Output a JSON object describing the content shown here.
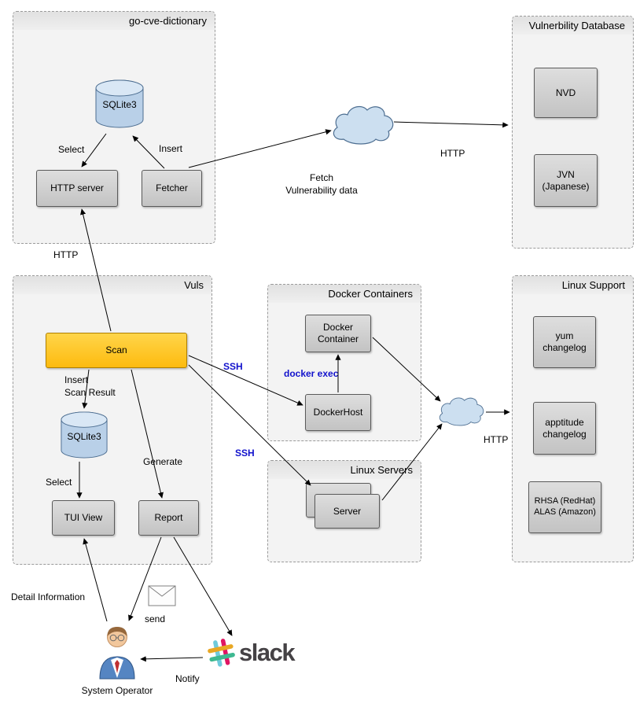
{
  "groups": {
    "go_cve": {
      "title": "go-cve-dictionary"
    },
    "vuln_db": {
      "title": "Vulnerbility Database"
    },
    "vuls": {
      "title": "Vuls"
    },
    "docker": {
      "title": "Docker Containers"
    },
    "linux_servers": {
      "title": "Linux Servers"
    },
    "linux_support": {
      "title": "Linux Support"
    }
  },
  "nodes": {
    "sqlite_cve": {
      "label": "SQLite3"
    },
    "http_server": {
      "label": "HTTP server"
    },
    "fetcher": {
      "label": "Fetcher"
    },
    "nvd": {
      "label": "NVD"
    },
    "jvn": {
      "label": "JVN\n(Japanese)"
    },
    "scan": {
      "label": "Scan"
    },
    "sqlite_vuls": {
      "label": "SQLite3"
    },
    "tui_view": {
      "label": "TUI View"
    },
    "report": {
      "label": "Report"
    },
    "docker_container": {
      "label": "Docker\nContainer"
    },
    "docker_host": {
      "label": "DockerHost"
    },
    "server": {
      "label": "Server"
    },
    "yum_changelog": {
      "label": "yum\nchangelog"
    },
    "apptitude_changelog": {
      "label": "apptitude\nchangelog"
    },
    "rhsa_alas": {
      "label": "RHSA (RedHat)\nALAS (Amazon)"
    }
  },
  "edge_labels": {
    "select_cve": "Select",
    "insert_cve": "Insert",
    "http_vulndb": "HTTP",
    "fetch": "Fetch\nVulnerability data",
    "http_cve": "HTTP",
    "insert_scan": "Insert\nScan Result",
    "select_vuls": "Select",
    "generate": "Generate",
    "ssh_docker": "SSH",
    "docker_exec": "docker exec",
    "ssh_linux": "SSH",
    "http_support": "HTTP",
    "send": "send",
    "detail_information": "Detail Information",
    "notify": "Notify"
  },
  "actors": {
    "system_operator": "System Operator",
    "slack": "slack"
  },
  "colors": {
    "scan_fill": "#FDBB0F",
    "node_fill": "#CCCCCC",
    "cylinder_fill": "#B9D0E8",
    "cloud_fill": "#CCDFF0",
    "link_label_blue": "#1212CC"
  }
}
